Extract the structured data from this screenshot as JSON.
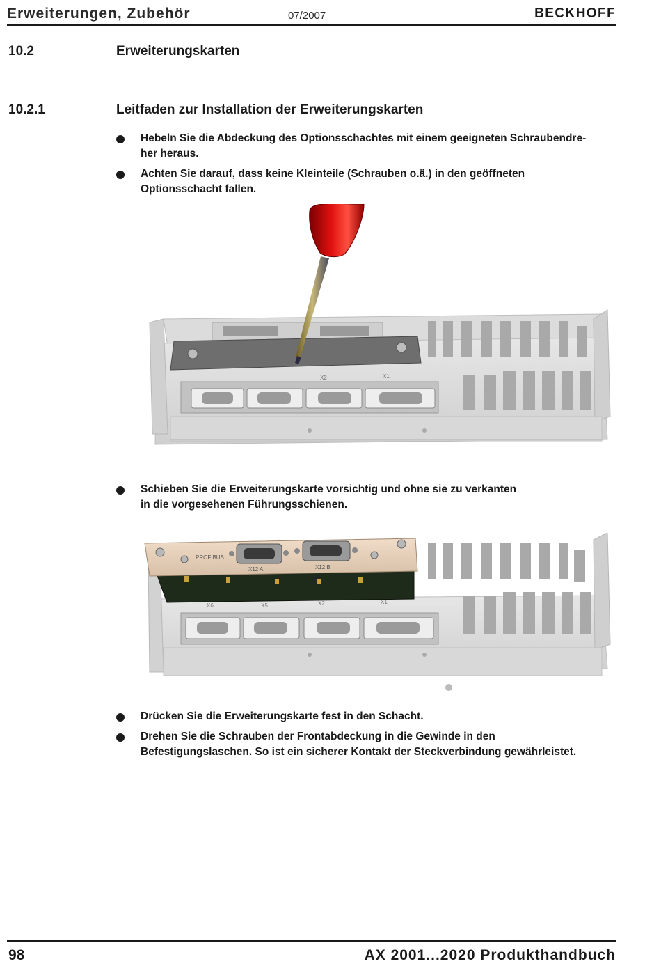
{
  "header": {
    "chapter": "Erweiterungen, Zubehör",
    "date": "07/2007",
    "logo": "BECKHOFF"
  },
  "section": {
    "number": "10.2",
    "title": "Erweiterungskarten"
  },
  "subsection": {
    "number": "10.2.1",
    "title": "Leitfaden zur Installation der Erweiterungskarten"
  },
  "steps": [
    {
      "lines": [
        "Hebeln Sie die Abdeckung des Optionsschachtes mit einem geeigneten Schraubendre-",
        "her heraus."
      ]
    },
    {
      "lines": [
        "Achten Sie darauf, dass keine Kleinteile (Schrauben o.ä.) in den geöffneten",
        "Optionsschacht fallen."
      ]
    },
    {
      "lines": [
        "Schieben Sie die Erweiterungskarte vorsichtig und ohne sie zu verkanten",
        "in die vorgesehenen Führungsschienen."
      ]
    },
    {
      "lines": [
        "Drücken Sie die Erweiterungskarte fest in den Schacht."
      ]
    },
    {
      "lines": [
        "Drehen Sie die Schrauben der Frontabdeckung in die Gewinde in den",
        "Befestigungslaschen. So ist ein sicherer Kontakt der Steckverbindung gewährleistet."
      ]
    }
  ],
  "figure1": {
    "connector_labels": [
      "X2",
      "X1"
    ]
  },
  "figure2": {
    "card_label": "PROFIBUS",
    "card_connectors": [
      "X12 A",
      "X12 B"
    ],
    "connector_labels": [
      "X6",
      "X5",
      "X2",
      "X1"
    ]
  },
  "footer": {
    "page": "98",
    "manual": "AX 2001...2020 Produkthandbuch"
  }
}
